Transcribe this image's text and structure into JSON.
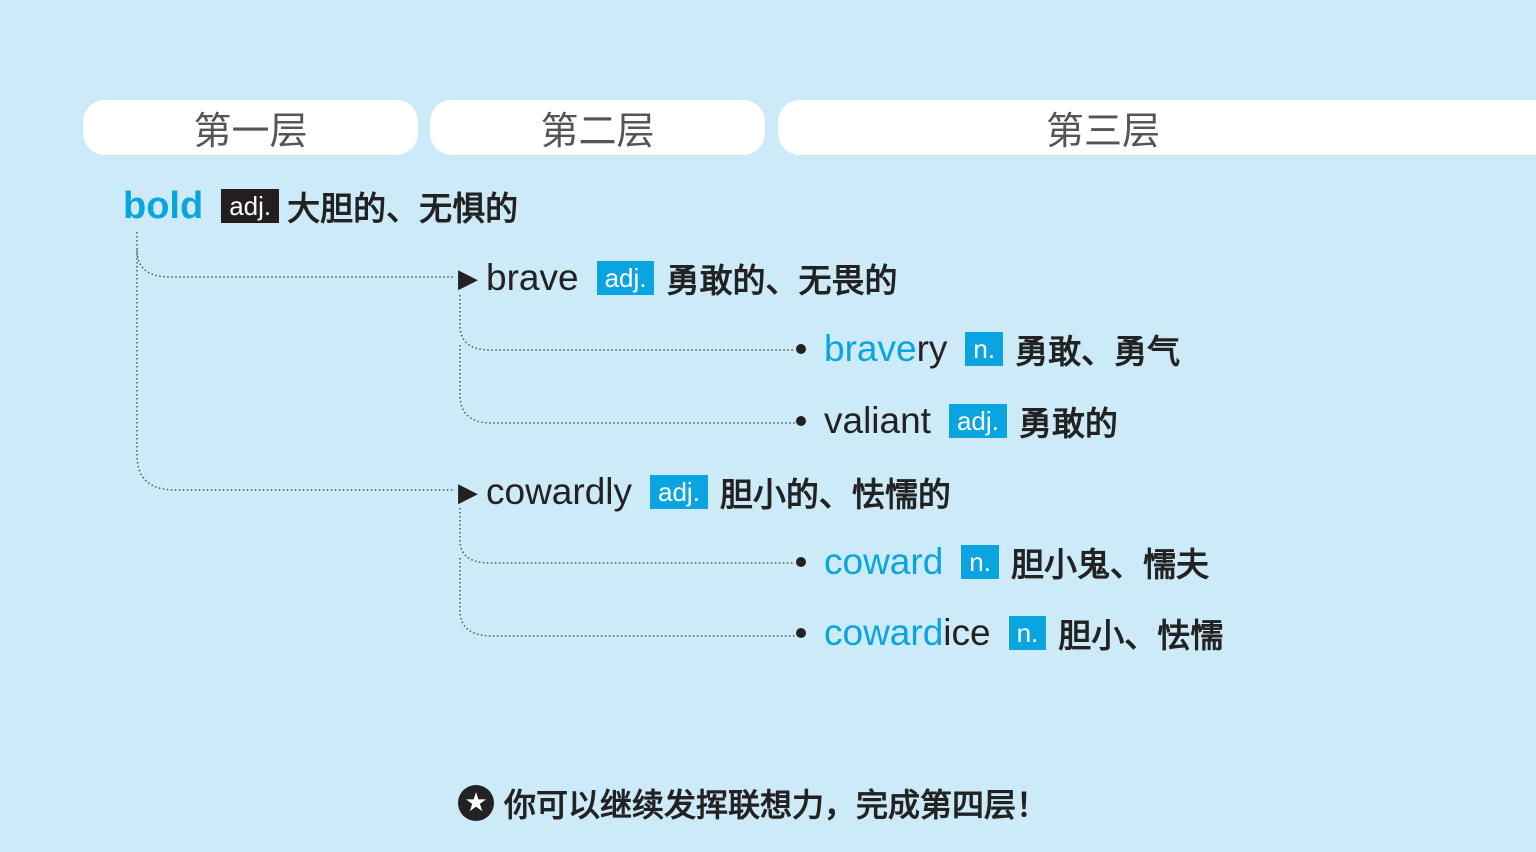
{
  "headers": [
    "第一层",
    "第二层",
    "第三层"
  ],
  "root": {
    "word": "bold",
    "pos": "adj.",
    "meaning": "大胆的、无惧的"
  },
  "level2": [
    {
      "word": "brave",
      "pos": "adj.",
      "meaning": "勇敢的、无畏的",
      "children": [
        {
          "word_blue": "brave",
          "word_rest": "ry",
          "pos": "n.",
          "meaning": "勇敢、勇气"
        },
        {
          "word_blue": "",
          "word_rest": "valiant",
          "pos": "adj.",
          "meaning": "勇敢的"
        }
      ]
    },
    {
      "word": "cowardly",
      "pos": "adj.",
      "meaning": "胆小的、怯懦的",
      "children": [
        {
          "word_blue": "coward",
          "word_rest": "",
          "pos": "n.",
          "meaning": "胆小鬼、懦夫"
        },
        {
          "word_blue": "coward",
          "word_rest": "ice",
          "pos": "n.",
          "meaning": "胆小、怯懦"
        }
      ]
    }
  ],
  "footer": {
    "icon": "star-icon",
    "text": "你可以继续发挥联想力，完成第四层！"
  },
  "colors": {
    "background": "#cdeaf8",
    "accent": "#0aa5e0",
    "dark_tag": "#231f20"
  }
}
